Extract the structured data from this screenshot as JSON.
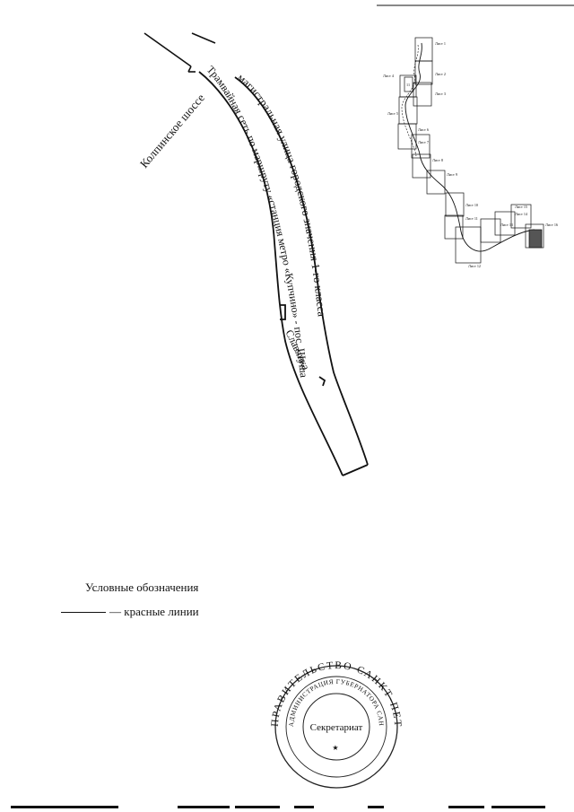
{
  "map": {
    "road_label": "Колпинское шоссе",
    "street_label_line1": "магистральная улица городского значения 1-го класса",
    "street_label_line2": "Трамвайная сеть по маршруту «станция метро «Купчино» - пос. Шушары -",
    "street_label_line3": "Славянка"
  },
  "index_map": {
    "sheets": [
      "Лист 1",
      "Лист 2",
      "Лист 4",
      "Лист 3",
      "Лист 5",
      "Лист 6",
      "Лист 7",
      "Лист 8",
      "Лист 9",
      "Лист 10",
      "Лист 11",
      "Лист 13",
      "Лист 14",
      "Лист 15",
      "Лист 16",
      "Лист 12"
    ],
    "inset_number": "11"
  },
  "legend": {
    "title": "Условные обозначения",
    "red_lines": "— красные линии"
  },
  "stamp": {
    "outer_text": "ПРАВИТЕЛЬСТВО САНКТ-ПЕТЕРБУРГА",
    "inner_text": "АДМИНИСТРАЦИЯ ГУБЕРНАТОРА САНКТ-ПЕТЕРБУРГА",
    "center_text": "Секретариат"
  }
}
